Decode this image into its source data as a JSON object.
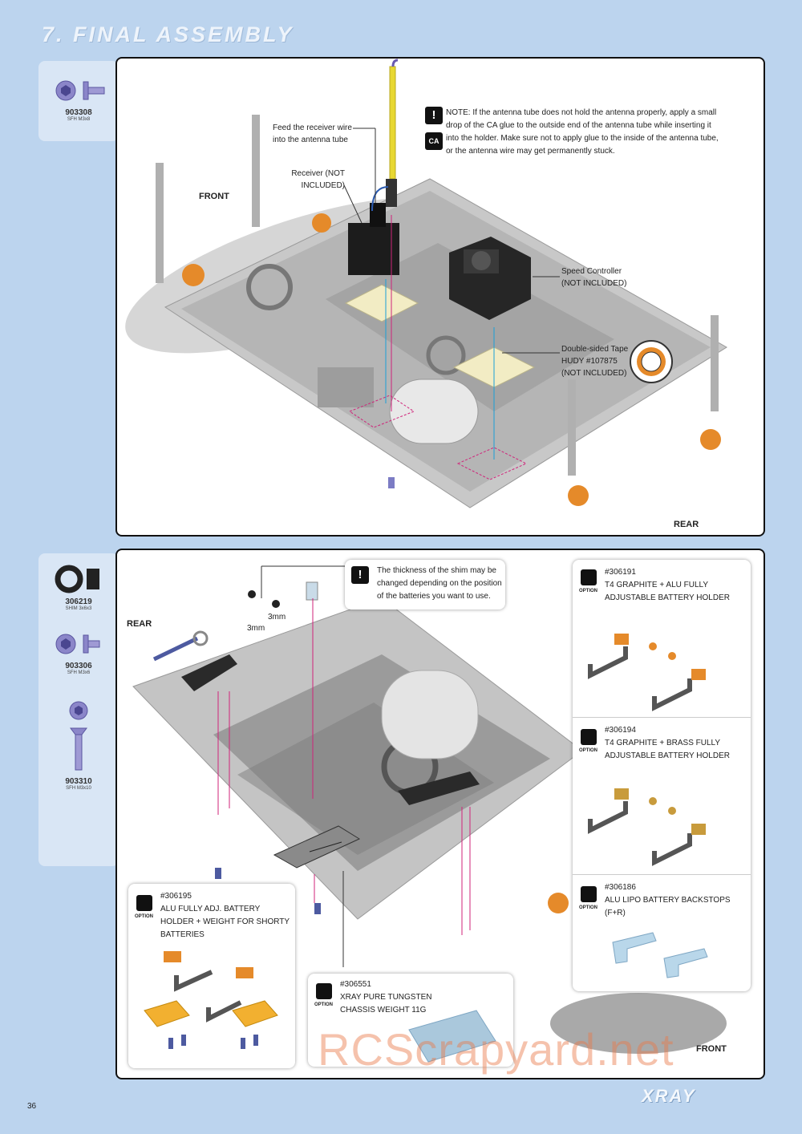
{
  "header": {
    "title": "7. FINAL ASSEMBLY"
  },
  "step1": {
    "parts": [
      {
        "code": "903308",
        "desc": "SFH M3x8"
      }
    ],
    "note": "NOTE: If the antenna tube does not hold the antenna properly, apply a small drop of the CA glue to the outside end of the antenna tube while inserting it into the holder. Make sure not to apply glue to the inside of the antenna tube, or the antenna wire may get permanently stuck.",
    "labels": {
      "feed_wire": "Feed the receiver wire into the antenna tube",
      "receiver": "Receiver (NOT INCLUDED)",
      "speed_controller": "Speed Controller (NOT INCLUDED)",
      "tape": "Double-sided Tape HUDY #107875 (NOT INCLUDED)",
      "front": "FRONT",
      "rear": "REAR"
    }
  },
  "step2": {
    "parts": [
      {
        "code": "306219",
        "desc": "SHIM 3x6x3"
      },
      {
        "code": "903306",
        "desc": "SFH M3x6"
      },
      {
        "code": "903310",
        "desc": "SFH M3x10"
      }
    ],
    "note": "The thickness of the shim may be changed depending on the position of the batteries you want to use.",
    "shim_labels": [
      "3mm",
      "3mm"
    ],
    "rear": "REAR",
    "front": "FRONT",
    "option_tag": "OPTION",
    "options": [
      {
        "id": "#306191",
        "name": "T4 GRAPHITE + ALU FULLY ADJUSTABLE BATTERY HOLDER"
      },
      {
        "id": "#306194",
        "name": "T4 GRAPHITE + BRASS FULLY ADJUSTABLE BATTERY HOLDER"
      },
      {
        "id": "#306186",
        "name": "ALU LIPO BATTERY BACKSTOPS (F+R)"
      },
      {
        "id": "#306195",
        "name": "ALU FULLY ADJ. BATTERY HOLDER + WEIGHT FOR SHORTY BATTERIES"
      },
      {
        "id": "#306551",
        "name": "XRAY PURE TUNGSTEN CHASSIS WEIGHT 11g"
      }
    ]
  },
  "footer": {
    "page": "36",
    "brand": "XRAY",
    "watermark": "RCScrapyard.net"
  },
  "colors": {
    "background": "#bcd4ee",
    "accent_magenta": "#d0237a",
    "accent_cyan": "#1aa0d8",
    "anodized_orange": "#e58a2a"
  }
}
